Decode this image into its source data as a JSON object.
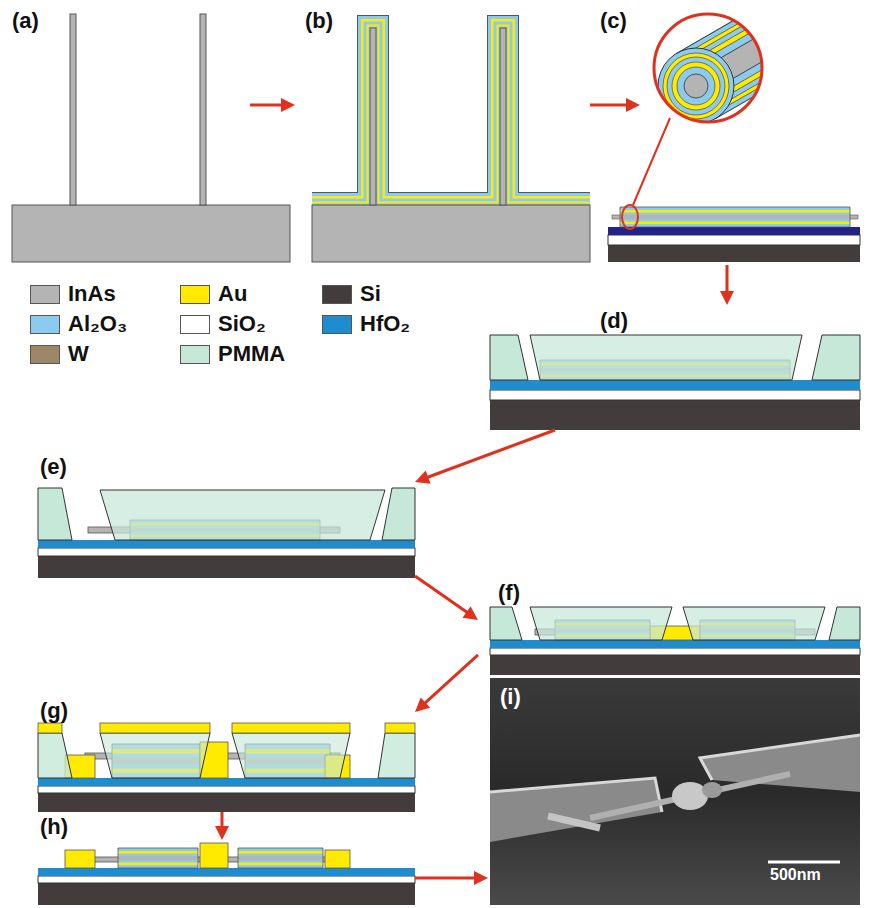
{
  "diagram": {
    "nodes": [
      {
        "text": [
          "(a)"
        ]
      },
      {
        "text": [
          "(b)"
        ]
      },
      {
        "text": [
          "(c)"
        ]
      },
      {
        "text": [
          "(d)"
        ]
      },
      {
        "text": [
          "(e)"
        ]
      },
      {
        "text": [
          "(f)"
        ]
      },
      {
        "text": [
          "(g)"
        ]
      },
      {
        "text": [
          "(h)"
        ]
      },
      {
        "text": [
          "(i)"
        ]
      }
    ],
    "edges": [
      {
        "from": 0,
        "to": 1,
        "arrow": "to"
      },
      {
        "from": 1,
        "to": 2,
        "arrow": "to"
      },
      {
        "from": 2,
        "to": 3,
        "arrow": "to"
      },
      {
        "from": 3,
        "to": 4,
        "arrow": "to"
      },
      {
        "from": 4,
        "to": 5,
        "arrow": "to"
      },
      {
        "from": 5,
        "to": 6,
        "arrow": "to"
      },
      {
        "from": 6,
        "to": 7,
        "arrow": "to"
      },
      {
        "from": 7,
        "to": 8,
        "arrow": "to"
      }
    ],
    "labels": [
      "500nm"
    ],
    "legend": [
      {
        "text": "InAs",
        "color": "#b4b4b4"
      },
      {
        "text": "Au",
        "color": "#ffea00"
      },
      {
        "text": "Si",
        "color": "#423c3c"
      },
      {
        "text": "Al₂O₃",
        "color": "#8ccbf0"
      },
      {
        "text": "SiO₂",
        "color": "#ffffff"
      },
      {
        "text": "HfO₂",
        "color": "#1e8ccd"
      },
      {
        "text": "W",
        "color": "#9e8668"
      },
      {
        "text": "PMMA",
        "color": "#c6e8d8"
      }
    ]
  }
}
